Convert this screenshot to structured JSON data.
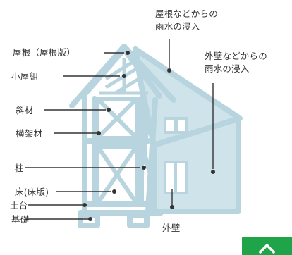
{
  "diagram": {
    "labels": {
      "roof": "屋根（屋根版）",
      "koyagumi": "小屋組",
      "brace": "斜材",
      "cross_member": "横架材",
      "column": "柱",
      "floor": "床(床版)",
      "sill": "土台",
      "foundation": "基礎",
      "exterior_wall": "外壁",
      "roof_leak": [
        "屋根などからの",
        "雨水の浸入"
      ],
      "wall_leak": [
        "外壁などからの",
        "雨水の浸入"
      ]
    },
    "colors": {
      "line": "#333333",
      "house_stroke": "#b8d4de",
      "house_fill": "#ffffff",
      "wall_shade": "#cfe3ea",
      "accent": "#1fa44a"
    }
  },
  "ui": {
    "scroll_top_icon": "chevron-up-icon"
  }
}
